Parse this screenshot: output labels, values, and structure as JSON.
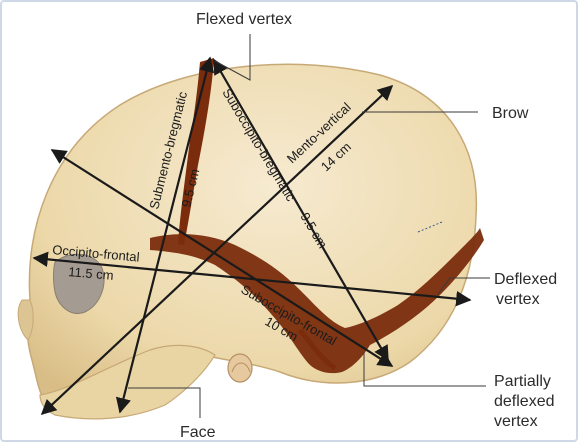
{
  "labels": {
    "flexed_vertex": "Flexed vertex",
    "brow": "Brow",
    "deflexed_vertex_line1": "Deflexed",
    "deflexed_vertex_line2": "vertex",
    "partially_line1": "Partially",
    "partially_line2": "deflexed",
    "partially_line3": "vertex",
    "face": "Face"
  },
  "diameters": {
    "submento_bregmatic": {
      "name": "Submento-bregmatic",
      "value": "9.5 cm"
    },
    "suboccipito_bregmatic": {
      "name": "Suboccipito-bregmatic",
      "value": "9.5 cm"
    },
    "mento_vertical": {
      "name": "Mento-vertical",
      "value": "14 cm"
    },
    "occipito_frontal": {
      "name": "Occipito-frontal",
      "value": "11.5 cm"
    },
    "suboccipito_frontal": {
      "name": "Suboccipito-frontal",
      "value": "10 cm"
    }
  },
  "colors": {
    "skull": "#eedcb0",
    "skull_edge": "#c7a976",
    "suture": "#7a2c0c",
    "arrow": "#1a1a1a",
    "frame": "#cfd8e6"
  }
}
